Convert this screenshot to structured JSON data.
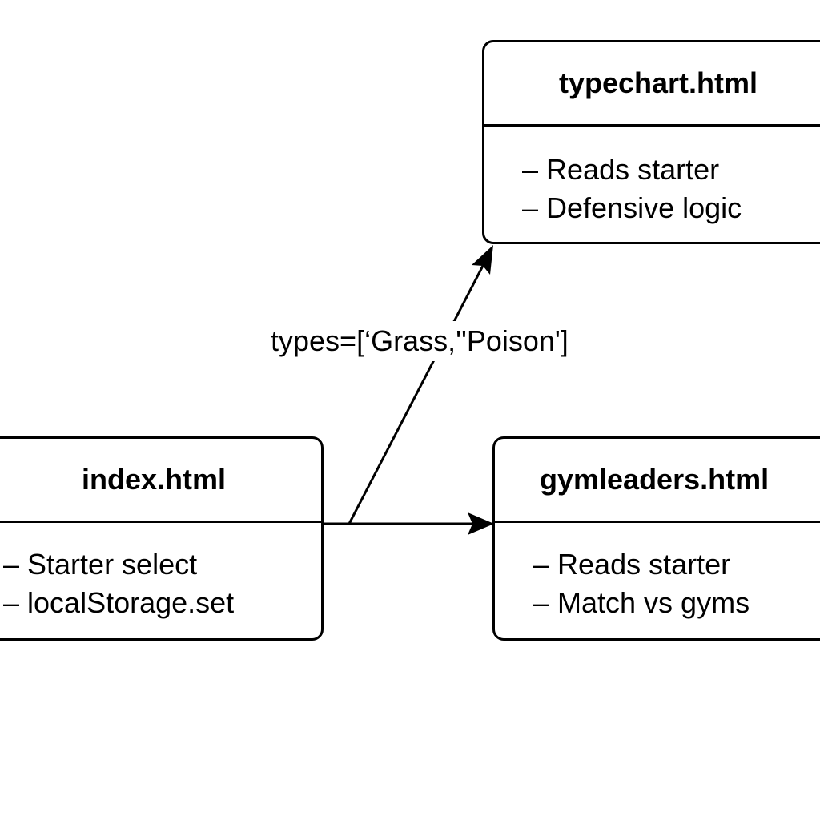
{
  "nodes": {
    "typechart": {
      "title": "typechart.html",
      "lines": [
        "– Reads starter",
        "– Defensive logic"
      ]
    },
    "index": {
      "title": "index.html",
      "lines": [
        "– Starter select",
        "– localStorage.set"
      ]
    },
    "gymleaders": {
      "title": "gymleaders.html",
      "lines": [
        "– Reads starter",
        "– Match vs gyms"
      ]
    }
  },
  "edges": {
    "to_typechart": {
      "from": "index.html",
      "to": "typechart.html",
      "label": "types=[‘Grass,''Poison']"
    },
    "to_gymleaders": {
      "from": "index.html",
      "to": "gymleaders.html"
    }
  },
  "colors": {
    "stroke": "#000000",
    "background": "#ffffff"
  }
}
